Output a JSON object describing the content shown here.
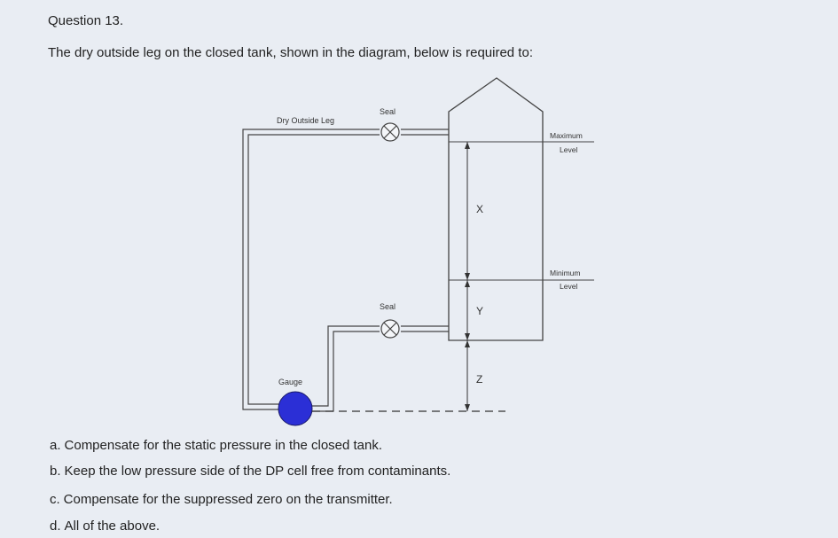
{
  "question": {
    "title": "Question 13.",
    "text": "The dry outside leg on the closed tank, shown in the diagram, below is required to:"
  },
  "diagram": {
    "dry_outside_leg_label": "Dry Outside Leg",
    "seal_top_label": "Seal",
    "seal_bottom_label": "Seal",
    "gauge_label": "Gauge",
    "max_level_line1": "Maximum",
    "max_level_line2": "Level",
    "min_level_line1": "Minimum",
    "min_level_line2": "Level",
    "x_label": "X",
    "y_label": "Y",
    "z_label": "Z",
    "gauge_color": "#2b2fd6"
  },
  "options": [
    {
      "letter": "a.",
      "text": "Compensate for the static pressure in the closed tank."
    },
    {
      "letter": "b.",
      "text": "Keep the low pressure side of the DP cell free from contaminants."
    },
    {
      "letter": "c.",
      "text": "Compensate for the suppressed zero on the transmitter."
    },
    {
      "letter": "d.",
      "text": "All of the above."
    }
  ]
}
